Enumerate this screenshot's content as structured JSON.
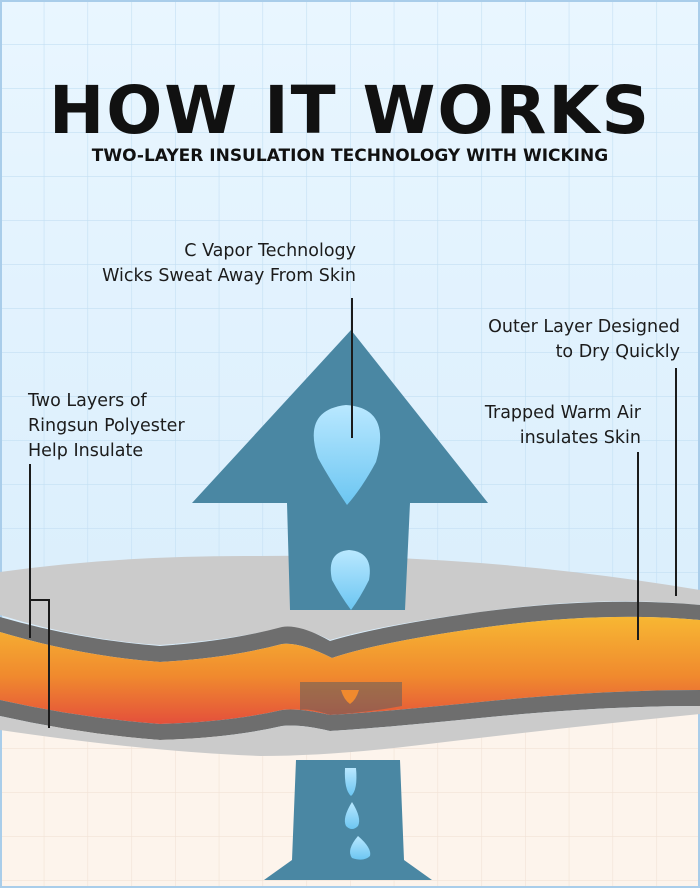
{
  "header": {
    "title": "HOW IT WORKS",
    "subtitle": "TWO-LAYER INSULATION TECHNOLOGY WITH WICKING"
  },
  "callouts": {
    "vapor": {
      "line1": "C Vapor Technology",
      "line2": "Wicks Sweat Away From Skin"
    },
    "outer": {
      "line1": "Outer Layer Designed",
      "line2": "to Dry Quickly"
    },
    "air": {
      "line1": "Trapped Warm Air",
      "line2": "insulates Skin"
    },
    "polyester": {
      "line1": "Two Layers of",
      "line2": "Ringsun Polyester",
      "line3": "Help Insulate"
    }
  },
  "colors": {
    "sky": "#d9eefc",
    "grid": "#bcdaf1",
    "skin": "#fdf3ea",
    "arrow": "#4a87a3",
    "drop": "#8fd3f7",
    "fabric_gray": "#c9c9c9",
    "fabric_dark": "#6b6b6b",
    "warm_orange": "#f5a623",
    "warm_red": "#e5533a",
    "text": "#111111"
  }
}
